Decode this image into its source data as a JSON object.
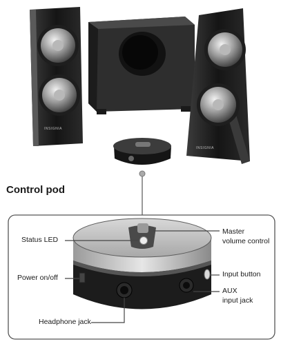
{
  "section": {
    "title": "Control pod"
  },
  "labels": {
    "status_led": "Status LED",
    "power": "Power on/off",
    "headphone_jack": "Headphone jack",
    "master_volume_line1": "Master",
    "master_volume_line2": "volume control",
    "input_button": "Input button",
    "aux_line1": "AUX",
    "aux_line2": "input jack"
  },
  "brand": {
    "left_speaker": "INSIGNIA",
    "right_speaker": "INSIGNIA"
  },
  "colors": {
    "body": "#2b2b2b",
    "rim": "#6f6f6f",
    "top": "#c9c9c9",
    "line": "#444444",
    "frame": "#444444"
  }
}
